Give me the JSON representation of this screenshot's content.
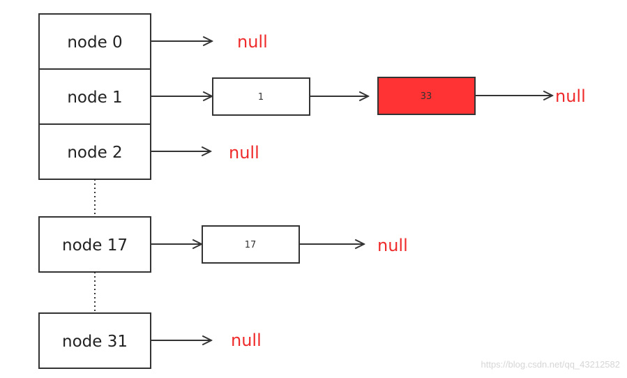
{
  "buckets": [
    {
      "label": "node 0"
    },
    {
      "label": "node 1"
    },
    {
      "label": "node 2"
    },
    {
      "label": "node 17"
    },
    {
      "label": "node 31"
    }
  ],
  "nodes": [
    {
      "value": "1",
      "highlighted": false
    },
    {
      "value": "33",
      "highlighted": true
    },
    {
      "value": "17",
      "highlighted": false
    }
  ],
  "null_label": "null",
  "watermark": "https://blog.csdn.net/qq_43212582",
  "colors": {
    "stroke": "#333333",
    "null_text": "#ef2a2a",
    "highlight_fill": "#ff3333",
    "normal_fill": "#ffffff"
  }
}
